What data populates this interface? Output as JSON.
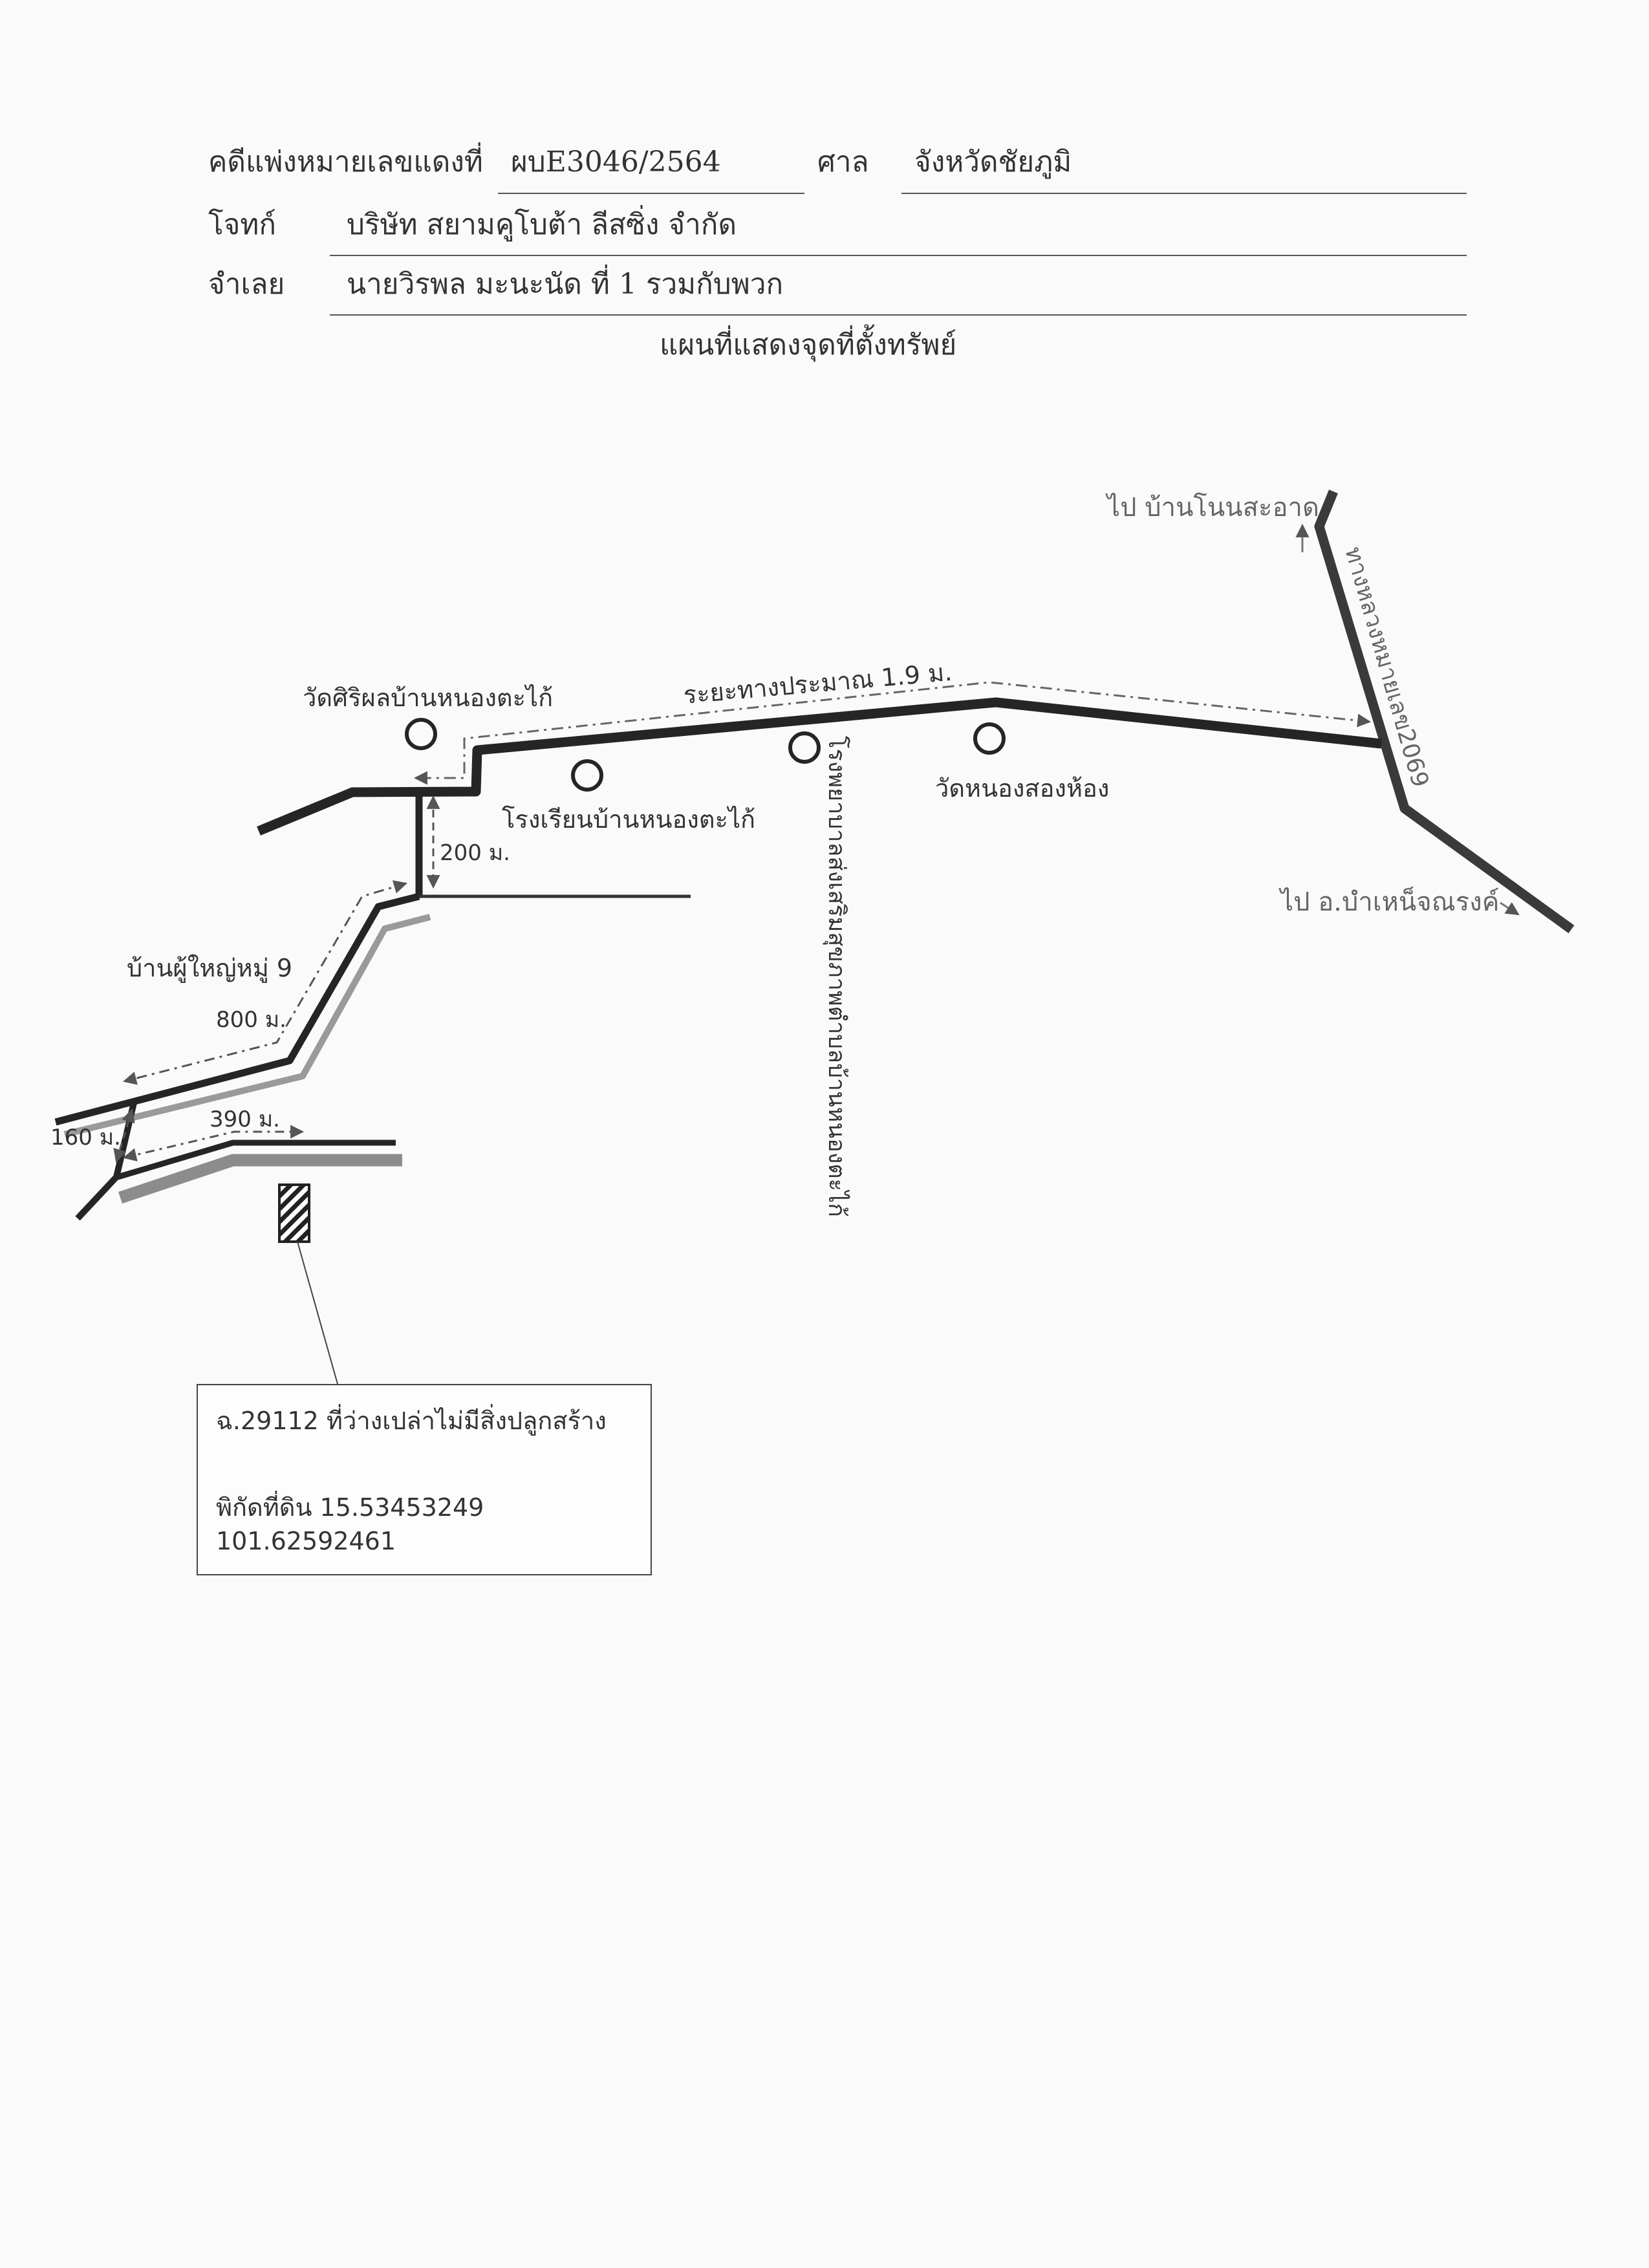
{
  "header": {
    "case_label": "คดีแพ่งหมายเลขแดงที่",
    "case_number": "ผบE3046/2564",
    "court_label": "ศาล",
    "court_name": "จังหวัดชัยภูมิ",
    "plaintiff_label": "โจทก์",
    "plaintiff_name": "บริษัท สยามคูโบต้า ลีสซิ่ง จำกัด",
    "defendant_label": "จำเลย",
    "defendant_name": "นายวิรพล มะนะนัด ที่ 1 รวมกับพวก",
    "map_title": "แผนที่แสดงจุดที่ตั้งทรัพย์"
  },
  "map": {
    "labels": {
      "to_ban_non_sa_at": "ไป บ้านโนนสะอาด",
      "highway": "ทางหลวงหมายเลข2069",
      "to_bamnet_narong": "ไป อ.บำเหน็จณรงค์",
      "wat_siriphon": "วัดศิริผลบ้านหนองตะไก้",
      "school": "โรงเรียนบ้านหนองตะไก้",
      "hospital": "โรงพยาบาลส่งเสริมสุขภาพตำบลบ้านหนองตะไก้",
      "wat_nong_song_hong": "วัดหนองสองห้อง",
      "distance_main": "ระยะทางประมาณ 1.9 ม.",
      "distance_200": "200 ม.",
      "headman_house": "บ้านผู้ใหญ่หมู่ 9",
      "distance_800": "800 ม.",
      "distance_390": "390 ม.",
      "distance_160": "160 ม."
    },
    "line_color": "#2b2b2b",
    "shadow_color": "#999999"
  },
  "property": {
    "deed_line": "ฉ.29112 ที่ว่างเปล่าไม่มีสิ่งปลูกสร้าง",
    "coords_line": "พิกัดที่ดิน 15.53453249 101.62592461"
  }
}
